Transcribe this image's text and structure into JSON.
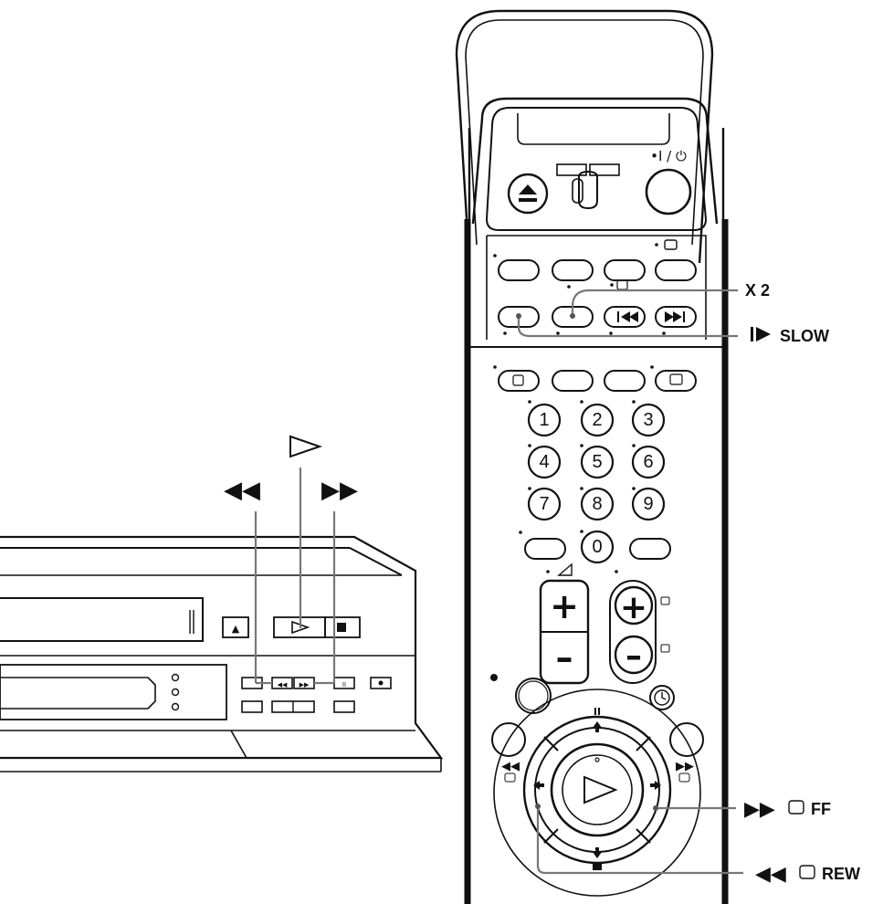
{
  "labels": {
    "x2": "X 2",
    "slow": "SLOW",
    "ff": "FF",
    "rew": "REW"
  },
  "symbols": {
    "play": "▷",
    "rewind": "◀◀",
    "fast_forward": "▶▶",
    "pause": "II",
    "stop": "■",
    "eject": "▲",
    "power": "•I / ⏻"
  },
  "keypad": [
    "1",
    "2",
    "3",
    "4",
    "5",
    "6",
    "7",
    "8",
    "9",
    "0"
  ],
  "volume": {
    "plus": "+",
    "minus": "–"
  }
}
